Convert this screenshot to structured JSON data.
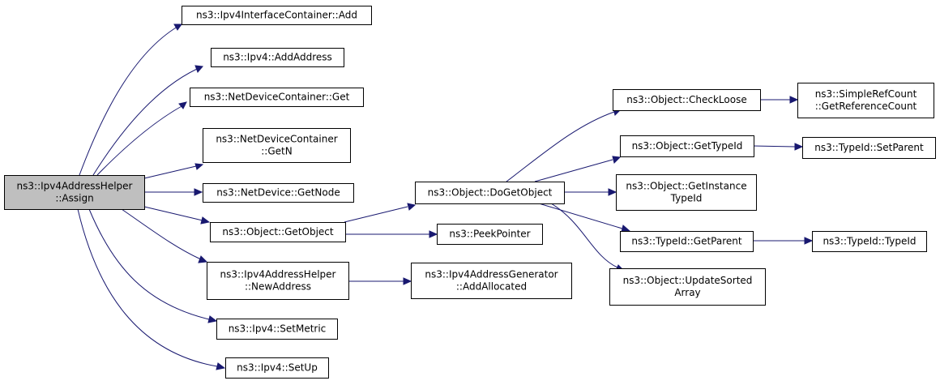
{
  "graph": {
    "colors": {
      "edge": "#191970",
      "node_border": "#000000",
      "root_fill": "#bfbfbf",
      "node_fill": "#ffffff"
    },
    "nodes": {
      "root": {
        "lines": [
          "ns3::Ipv4AddressHelper",
          "::Assign"
        ]
      },
      "ifc_add": {
        "lines": [
          "ns3::Ipv4InterfaceContainer::Add"
        ]
      },
      "ipv4_addaddress": {
        "lines": [
          "ns3::Ipv4::AddAddress"
        ]
      },
      "ndc_get": {
        "lines": [
          "ns3::NetDeviceContainer::Get"
        ]
      },
      "ndc_getn": {
        "lines": [
          "ns3::NetDeviceContainer",
          "::GetN"
        ]
      },
      "nd_getnode": {
        "lines": [
          "ns3::NetDevice::GetNode"
        ]
      },
      "obj_getobject": {
        "lines": [
          "ns3::Object::GetObject"
        ]
      },
      "newaddress": {
        "lines": [
          "ns3::Ipv4AddressHelper",
          "::NewAddress"
        ]
      },
      "setmetric": {
        "lines": [
          "ns3::Ipv4::SetMetric"
        ]
      },
      "setup": {
        "lines": [
          "ns3::Ipv4::SetUp"
        ]
      },
      "dogetobject": {
        "lines": [
          "ns3::Object::DoGetObject"
        ]
      },
      "peekpointer": {
        "lines": [
          "ns3::PeekPointer"
        ]
      },
      "addallocated": {
        "lines": [
          "ns3::Ipv4AddressGenerator",
          "::AddAllocated"
        ]
      },
      "checkloose": {
        "lines": [
          "ns3::Object::CheckLoose"
        ]
      },
      "gettypeid": {
        "lines": [
          "ns3::Object::GetTypeId"
        ]
      },
      "getinstance": {
        "lines": [
          "ns3::Object::GetInstance",
          "TypeId"
        ]
      },
      "getparent": {
        "lines": [
          "ns3::TypeId::GetParent"
        ]
      },
      "updatesorted": {
        "lines": [
          "ns3::Object::UpdateSorted",
          "Array"
        ]
      },
      "refcount": {
        "lines": [
          "ns3::SimpleRefCount",
          "::GetReferenceCount"
        ]
      },
      "setparent": {
        "lines": [
          "ns3::TypeId::SetParent"
        ]
      },
      "typeid_typeid": {
        "lines": [
          "ns3::TypeId::TypeId"
        ]
      }
    }
  }
}
